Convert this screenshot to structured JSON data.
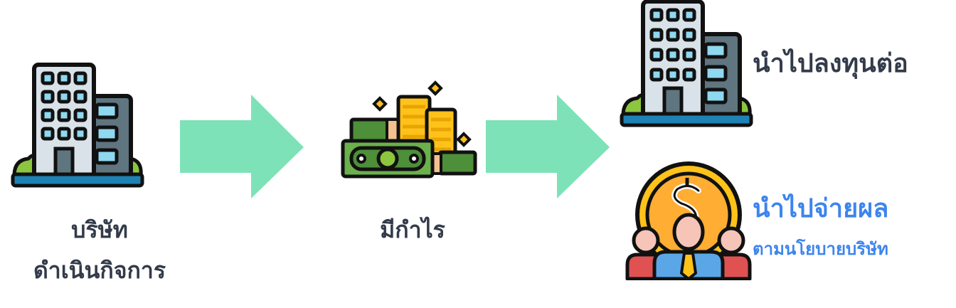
{
  "diagram": {
    "type": "flow",
    "colors": {
      "arrow": "#7ee2b8",
      "text_dark": "#333b4a",
      "text_blue": "#3d84ee",
      "building_light": "#d9e2e8",
      "building_dark": "#5f7580",
      "window": "#8ed8f0",
      "ground": "#1e82b4",
      "bush": "#8cc63f",
      "coin": "#ffc21a",
      "bill": "#6bb04b",
      "person_red": "#e05252",
      "person_blue": "#5aa6e6",
      "face": "#f7c4b8"
    },
    "nodes": [
      {
        "id": "company",
        "icon": "office-building-icon",
        "label_line1": "บริษัท",
        "label_line2": "ดำเนินกิจการ"
      },
      {
        "id": "profit",
        "icon": "money-stack-icon",
        "label": "มีกำไร"
      },
      {
        "id": "reinvest",
        "icon": "office-building-icon",
        "label": "นำไปลงทุนต่อ"
      },
      {
        "id": "dividend",
        "icon": "dividend-people-coin-icon",
        "label": "นำไปจ่ายผล",
        "sublabel": "ตามนโยบายบริษัท"
      }
    ],
    "edges": [
      {
        "from": "company",
        "to": "profit",
        "icon": "arrow-right-icon"
      },
      {
        "from": "profit",
        "to": [
          "reinvest",
          "dividend"
        ],
        "icon": "arrow-right-icon"
      }
    ]
  }
}
